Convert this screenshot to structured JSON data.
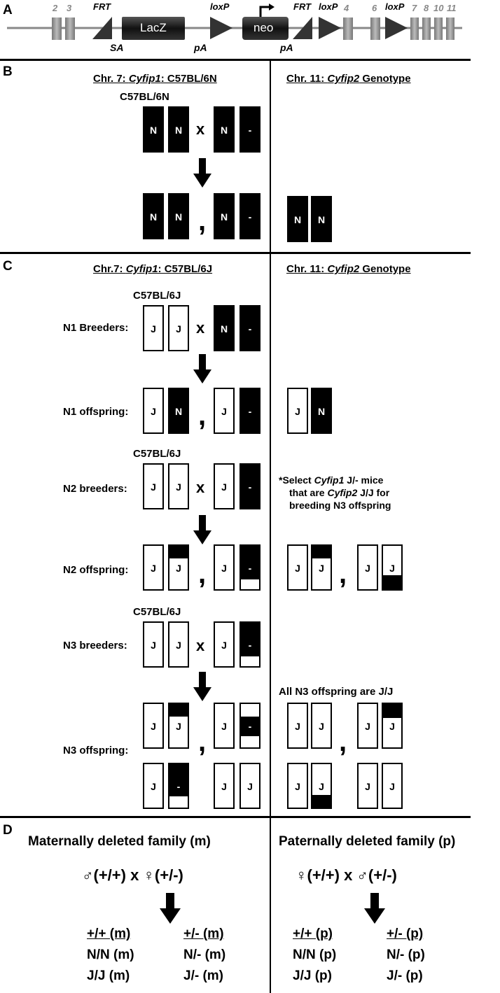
{
  "panels": {
    "a": "A",
    "b": "B",
    "c": "C",
    "d": "D"
  },
  "construct": {
    "exon_2": "2",
    "exon_3": "3",
    "frt_1": "FRT",
    "lacz": "LacZ",
    "sa": "SA",
    "pa_1": "pA",
    "loxp_1": "loxP",
    "neo": "neo",
    "frt_2": "FRT",
    "pa_2": "pA",
    "loxp_2": "loxP",
    "exon_4": "4",
    "exon_6": "6",
    "loxp_3": "loxP",
    "exon_7": "7",
    "exon_8": "8",
    "exon_10": "10",
    "exon_11": "11"
  },
  "panel_b": {
    "left_header_pre": "Chr. 7: ",
    "left_header_gene": "Cyfip1",
    "left_header_post": ": C57BL/6N",
    "right_header_pre": "Chr. 11: ",
    "right_header_gene": "Cyfip2",
    "right_header_post": " Genotype",
    "strain": "C57BL/6N",
    "cross": "x",
    "comma": ","
  },
  "panel_c": {
    "left_header_pre": "Chr.7: ",
    "left_header_gene": "Cyfip1",
    "left_header_post": ": C57BL/6J",
    "right_header_pre": "Chr. 11: ",
    "right_header_gene": "Cyfip2",
    "right_header_post": " Genotype",
    "strain_1": "C57BL/6J",
    "strain_2": "C57BL/6J",
    "strain_3": "C57BL/6J",
    "row_n1_breeders": "N1 Breeders:",
    "row_n1_offspring": "N1 offspring:",
    "row_n2_breeders": "N2 breeders:",
    "row_n2_offspring": "N2 offspring:",
    "row_n3_breeders": "N3 breeders:",
    "row_n3_offspring": "N3 offspring:",
    "note_line1_pre": "*Select ",
    "note_line1_gene": "Cyfip1",
    "note_line1_post": " J/- mice",
    "note_line2_pre": "that are ",
    "note_line2_gene": "Cyfip2",
    "note_line2_post": " J/J for",
    "note_line3": "breeding N3 offspring",
    "all_n3": "All  N3 offspring are J/J",
    "cross": "x",
    "comma": ","
  },
  "panel_d": {
    "maternal_title": "Maternally deleted family (m)",
    "paternal_title": "Paternally deleted family (p)",
    "maternal_cross": "♂(+/+)  x  ♀(+/-)",
    "paternal_cross": "♀(+/+)  x  ♂(+/-)",
    "m_wt_header": "+/+ (m)",
    "m_het_header": "+/- (m)",
    "m_nn": "N/N (m)",
    "m_nminus": "N/- (m)",
    "m_jj": "J/J (m)",
    "m_jminus": "J/- (m)",
    "p_wt_header": "+/+ (p)",
    "p_het_header": "+/- (p)",
    "p_nn": "N/N (p)",
    "p_nminus": "N/- (p)",
    "p_jj": "J/J (p)",
    "p_jminus": "J/- (p)"
  },
  "chromosome_labels": {
    "n": "N",
    "j": "J",
    "del": "-"
  }
}
